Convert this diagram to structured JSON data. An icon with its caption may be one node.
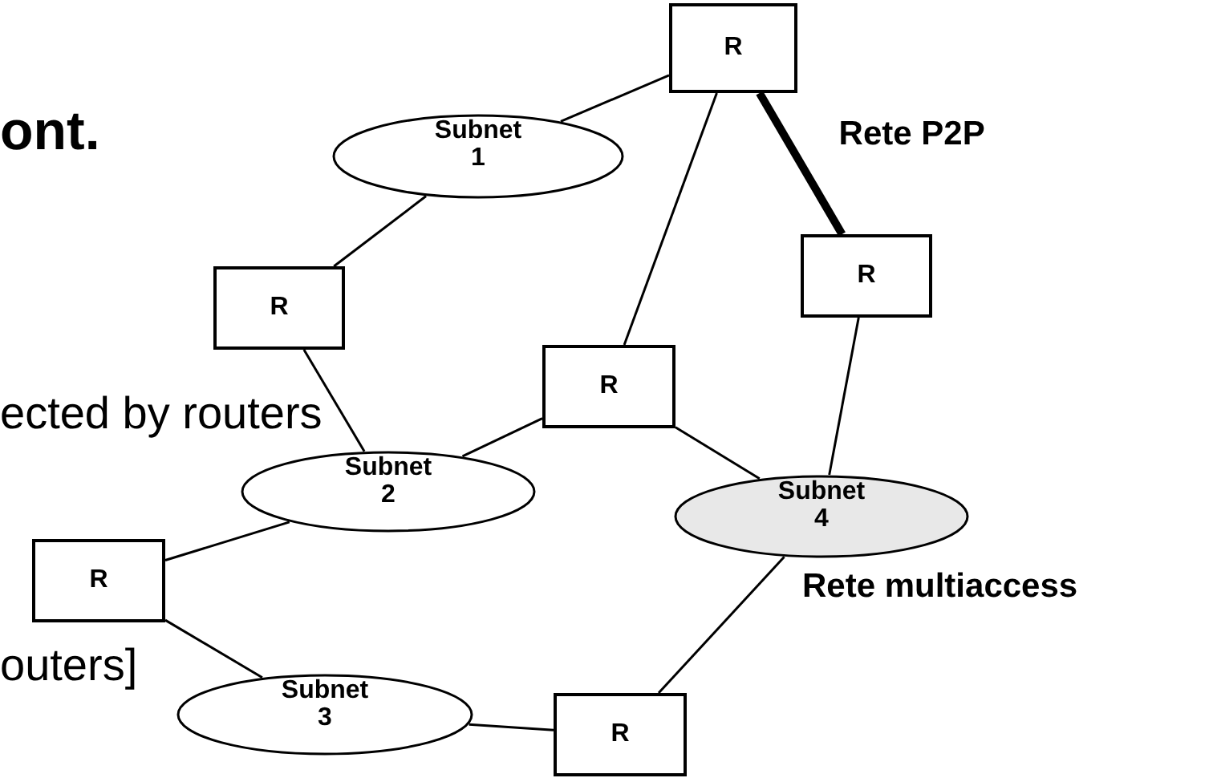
{
  "diagram": {
    "nodes": [
      {
        "text": [
          "R"
        ]
      },
      {
        "text": [
          "Subnet 1"
        ]
      },
      {
        "text": [
          "R"
        ]
      },
      {
        "text": [
          "R"
        ]
      },
      {
        "text": [
          "R"
        ]
      },
      {
        "text": [
          "Subnet 2"
        ]
      },
      {
        "text": [
          "Subnet 4"
        ],
        "beside": [
          "Rete multiaccess"
        ]
      },
      {
        "text": [
          "R"
        ]
      },
      {
        "text": [
          "Subnet 3"
        ]
      },
      {
        "text": [
          "R"
        ]
      }
    ],
    "edges": [
      {
        "from": 1,
        "to": 0,
        "arrow": "none"
      },
      {
        "from": 0,
        "to": 2,
        "arrow": "none",
        "style": "thick",
        "label": "Rete P2P"
      },
      {
        "from": 0,
        "to": 4,
        "arrow": "none"
      },
      {
        "from": 1,
        "to": 3,
        "arrow": "none"
      },
      {
        "from": 3,
        "to": 5,
        "arrow": "none"
      },
      {
        "from": 5,
        "to": 4,
        "arrow": "none"
      },
      {
        "from": 4,
        "to": 6,
        "arrow": "none"
      },
      {
        "from": 2,
        "to": 6,
        "arrow": "none"
      },
      {
        "from": 7,
        "to": 5,
        "arrow": "none"
      },
      {
        "from": 7,
        "to": 8,
        "arrow": "none"
      },
      {
        "from": 8,
        "to": 9,
        "arrow": "none"
      },
      {
        "from": 9,
        "to": 6,
        "arrow": "none"
      }
    ],
    "labels": [
      "ont.",
      "ected by routers",
      "outers]"
    ]
  }
}
